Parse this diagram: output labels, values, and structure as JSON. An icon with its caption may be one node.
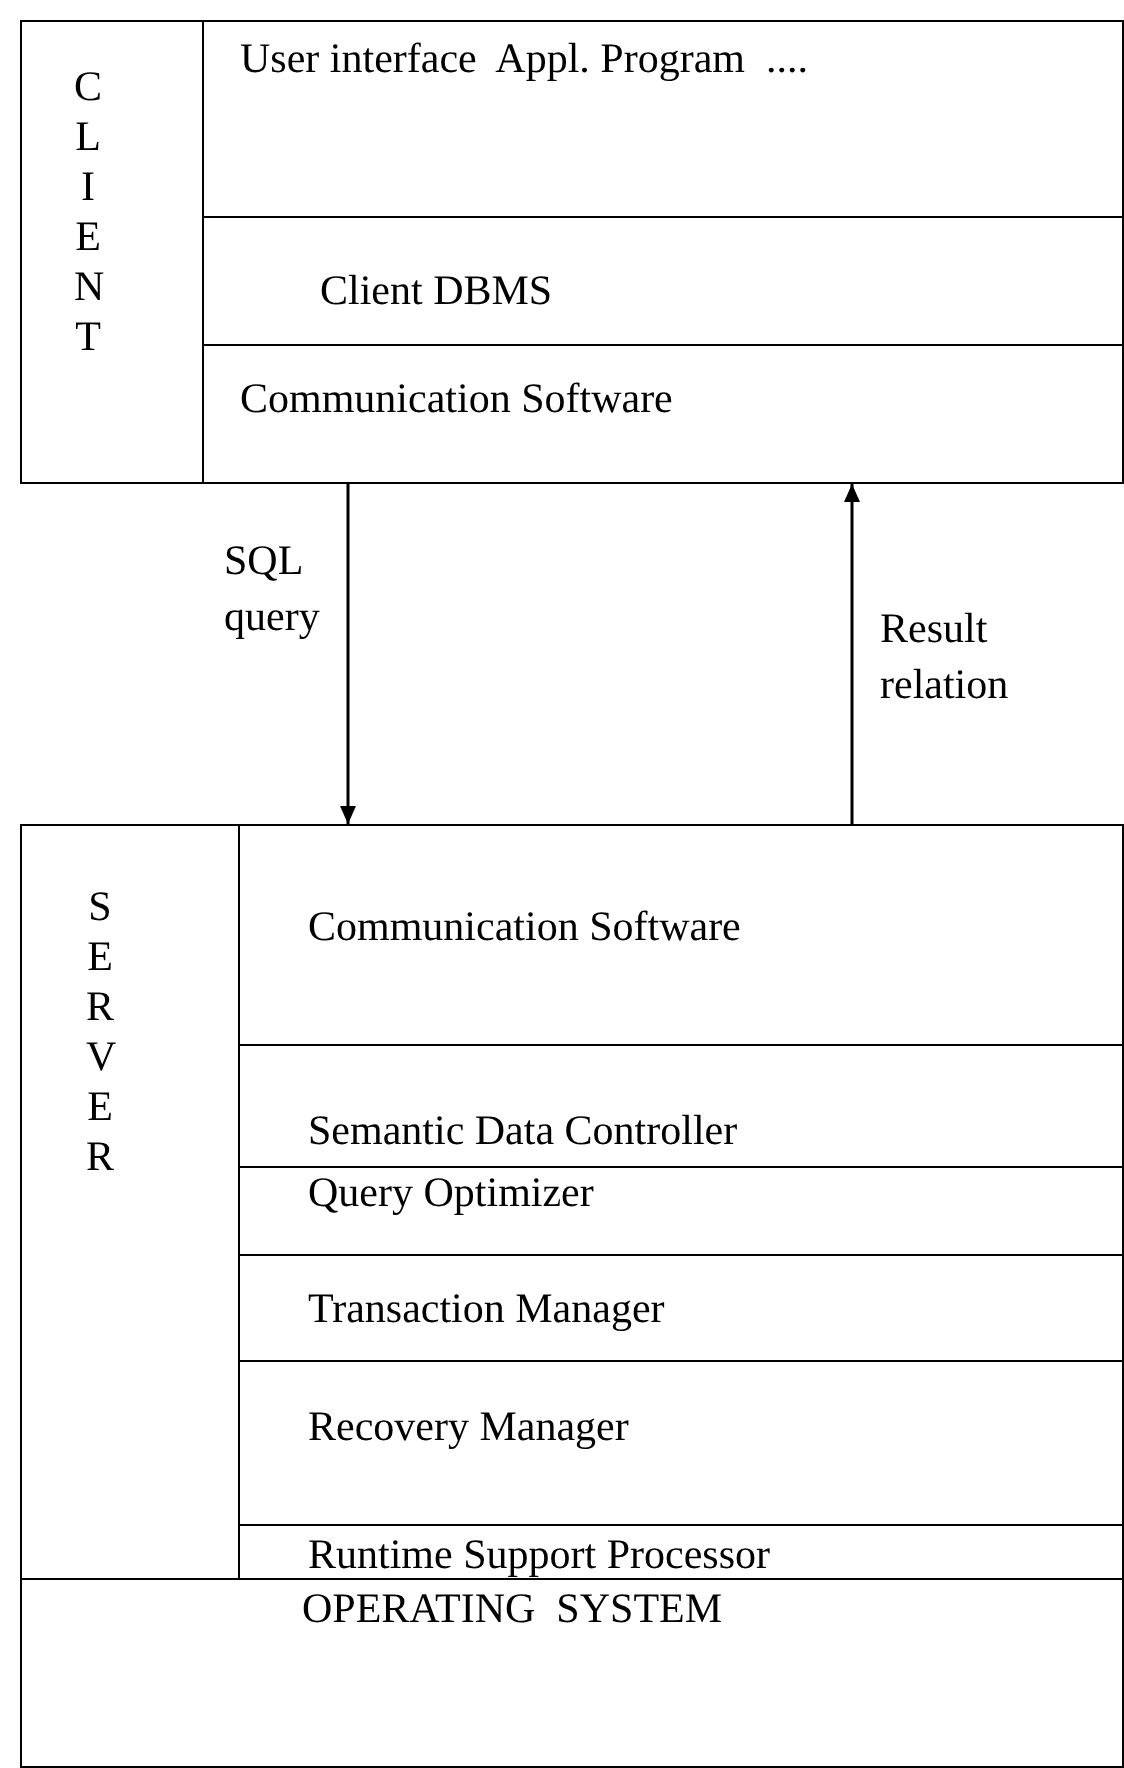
{
  "diagram": {
    "nodes": [
      {
        "text": [
          "CLIENT"
        ]
      },
      {
        "text": [
          "User interface  Appl. Program  ...."
        ],
        "in": 0
      },
      {
        "text": [
          "Client DBMS"
        ],
        "in": 0
      },
      {
        "text": [
          "Communication Software"
        ],
        "in": 0
      },
      {
        "text": [
          "SERVER"
        ]
      },
      {
        "text": [
          "Communication Software"
        ],
        "in": 4
      },
      {
        "text": [
          "Semantic Data Controller"
        ],
        "in": 4
      },
      {
        "text": [
          "Query Optimizer"
        ],
        "in": 4
      },
      {
        "text": [
          "Transaction Manager"
        ],
        "in": 4
      },
      {
        "text": [
          "Recovery Manager"
        ],
        "in": 4
      },
      {
        "text": [
          "Runtime Support Processor"
        ],
        "in": 4
      },
      {
        "text": [
          "OPERATING  SYSTEM"
        ]
      }
    ],
    "edges": [
      {
        "from": 0,
        "to": 4,
        "arrow": "to",
        "label": "SQL query"
      },
      {
        "from": 4,
        "to": 0,
        "arrow": "to",
        "label": "Result relation"
      }
    ]
  }
}
